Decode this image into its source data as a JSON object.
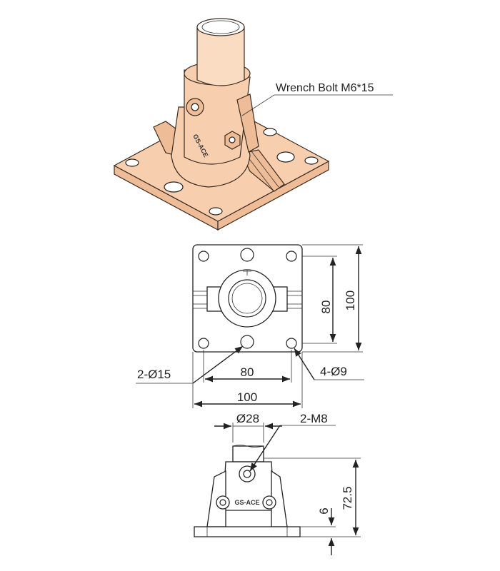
{
  "isometric": {
    "emboss": "GS-ACE",
    "callout": "Wrench Bolt M6*15",
    "fill_color": "#f7cfae"
  },
  "top_view": {
    "dim_inner_h": "80",
    "dim_outer_h": "100",
    "dim_inner_w": "80",
    "dim_outer_w": "100",
    "callout_left": "2-Ø15",
    "callout_right": "4-Ø9"
  },
  "front_view": {
    "emboss": "GS-ACE",
    "dim_pipe": "Ø28",
    "callout_bolt": "2-M8",
    "dim_height": "72.5",
    "dim_base": "6"
  }
}
